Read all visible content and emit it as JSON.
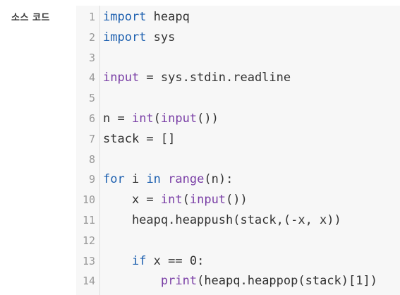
{
  "section": {
    "label": "소스 코드"
  },
  "code": {
    "lines": [
      {
        "number": "1",
        "tokens": [
          {
            "t": "import",
            "c": "kw"
          },
          {
            "t": " heapq",
            "c": ""
          }
        ]
      },
      {
        "number": "2",
        "tokens": [
          {
            "t": "import",
            "c": "kw"
          },
          {
            "t": " sys",
            "c": ""
          }
        ]
      },
      {
        "number": "3",
        "tokens": []
      },
      {
        "number": "4",
        "tokens": [
          {
            "t": "input",
            "c": "bi"
          },
          {
            "t": " = sys.stdin.readline",
            "c": ""
          }
        ]
      },
      {
        "number": "5",
        "tokens": []
      },
      {
        "number": "6",
        "tokens": [
          {
            "t": "n = ",
            "c": ""
          },
          {
            "t": "int",
            "c": "bi"
          },
          {
            "t": "(",
            "c": ""
          },
          {
            "t": "input",
            "c": "bi"
          },
          {
            "t": "())",
            "c": ""
          }
        ]
      },
      {
        "number": "7",
        "tokens": [
          {
            "t": "stack = []",
            "c": ""
          }
        ]
      },
      {
        "number": "8",
        "tokens": []
      },
      {
        "number": "9",
        "tokens": [
          {
            "t": "for",
            "c": "kw"
          },
          {
            "t": " i ",
            "c": ""
          },
          {
            "t": "in",
            "c": "kw"
          },
          {
            "t": " ",
            "c": ""
          },
          {
            "t": "range",
            "c": "bi"
          },
          {
            "t": "(n):",
            "c": ""
          }
        ]
      },
      {
        "number": "10",
        "tokens": [
          {
            "t": "    x = ",
            "c": ""
          },
          {
            "t": "int",
            "c": "bi"
          },
          {
            "t": "(",
            "c": ""
          },
          {
            "t": "input",
            "c": "bi"
          },
          {
            "t": "())",
            "c": ""
          }
        ]
      },
      {
        "number": "11",
        "tokens": [
          {
            "t": "    heapq.heappush(stack,(-x, x))",
            "c": ""
          }
        ]
      },
      {
        "number": "12",
        "tokens": []
      },
      {
        "number": "13",
        "tokens": [
          {
            "t": "    ",
            "c": ""
          },
          {
            "t": "if",
            "c": "kw"
          },
          {
            "t": " x == 0:",
            "c": ""
          }
        ]
      },
      {
        "number": "14",
        "tokens": [
          {
            "t": "        ",
            "c": ""
          },
          {
            "t": "print",
            "c": "bi"
          },
          {
            "t": "(heapq.heappop(stack)[1])",
            "c": ""
          }
        ]
      }
    ]
  },
  "colors": {
    "keyword": "#1c5faf",
    "builtin": "#7a3fa6",
    "text": "#333333",
    "line_number": "#999999",
    "code_background": "#f7f7f7"
  }
}
